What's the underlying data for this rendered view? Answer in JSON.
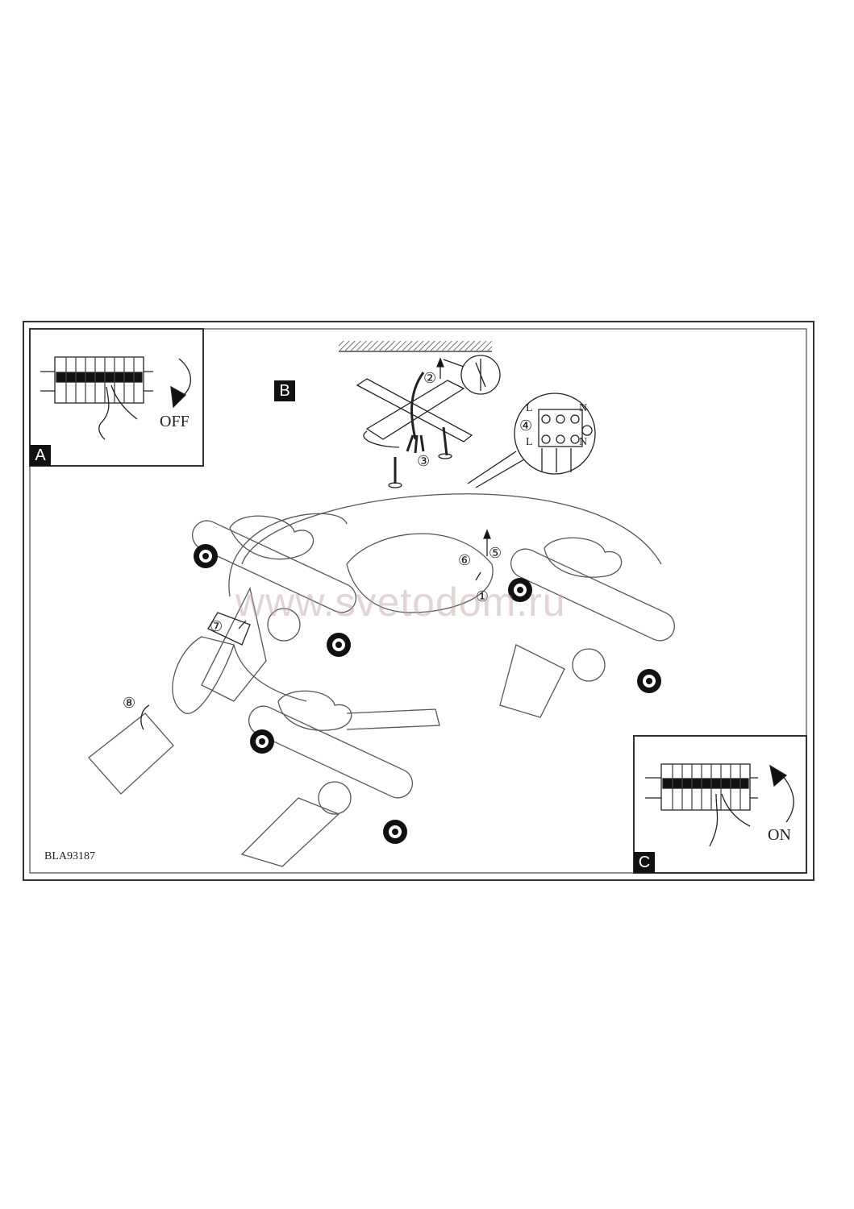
{
  "panels": {
    "a": {
      "tag": "A",
      "state": "OFF"
    },
    "b": {
      "tag": "B"
    },
    "c": {
      "tag": "C",
      "state": "ON"
    }
  },
  "terminal": {
    "l_top": "L",
    "n_top": "N",
    "l_bottom": "L",
    "n_bottom": "N"
  },
  "steps": [
    "①",
    "②",
    "③",
    "④",
    "⑤",
    "⑥",
    "⑦",
    "⑧"
  ],
  "model_code": "BLA93187",
  "watermark": "www.svetodom.ru"
}
